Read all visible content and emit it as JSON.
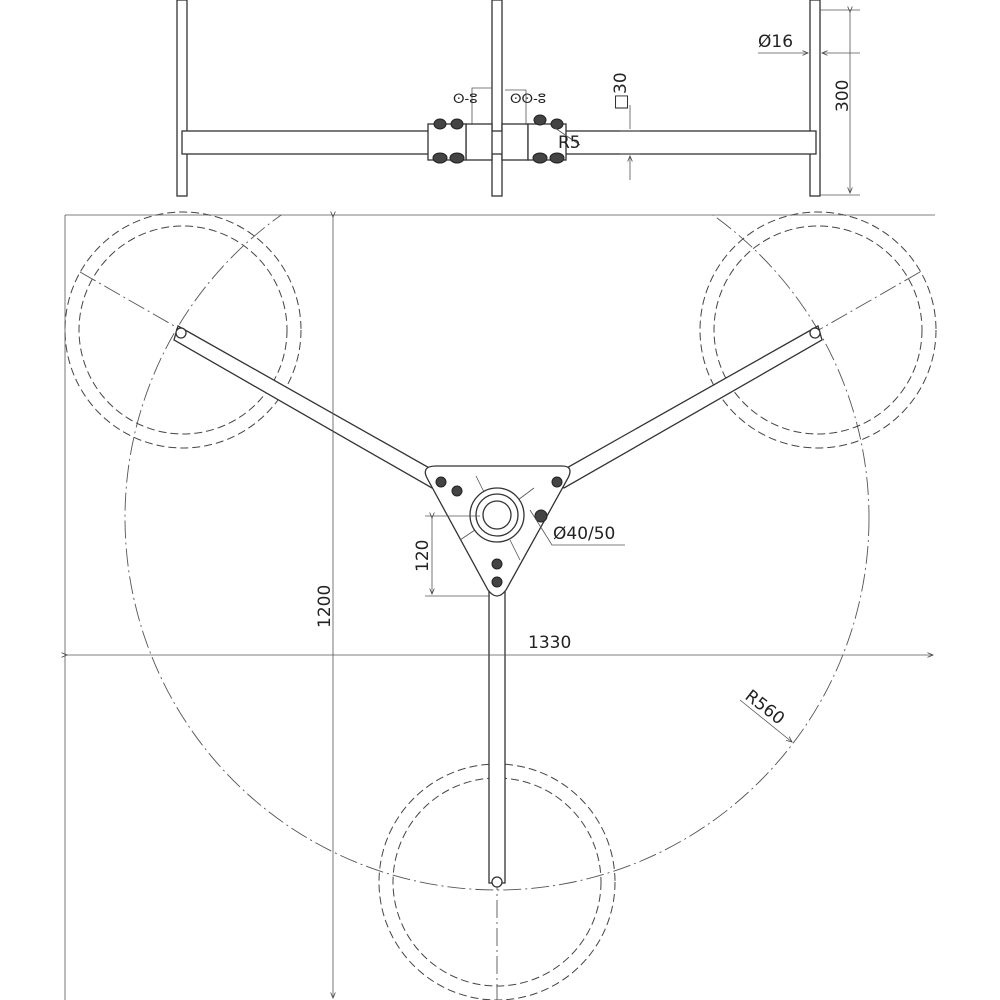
{
  "drawing": {
    "side_view": {
      "rod_diameter": "Ø16",
      "height": "300",
      "tube_section": "□30",
      "bend_radius": "R5"
    },
    "plan_view": {
      "clamp_diameter": "Ø40/50",
      "center_offset": "120",
      "overall_depth": "1200",
      "overall_width": "1330",
      "radius": "R560"
    }
  }
}
